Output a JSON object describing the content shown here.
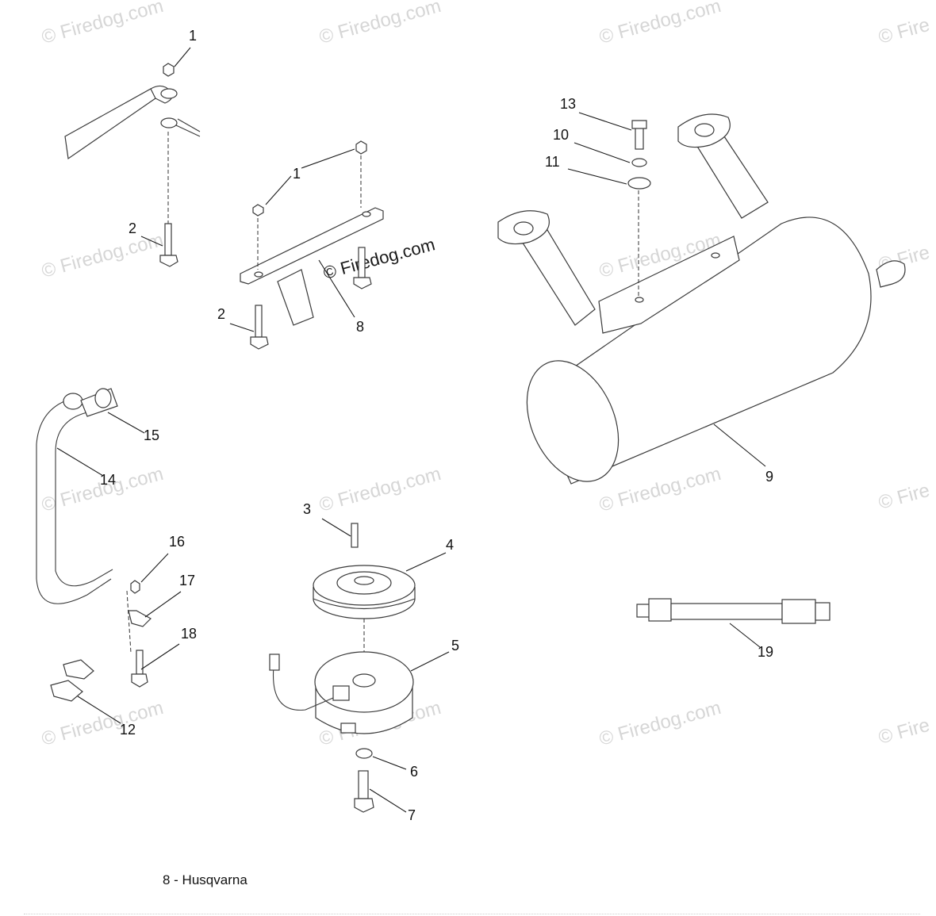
{
  "page": {
    "footer_text": "8 - Husqvarna"
  },
  "watermark": {
    "text": "© Firedog.com",
    "partial_text": "© Fire"
  },
  "callouts": {
    "c1a": "1",
    "c1b": "1",
    "c2a": "2",
    "c2b": "2",
    "c3": "3",
    "c4": "4",
    "c5": "5",
    "c6": "6",
    "c7": "7",
    "c8": "8",
    "c9": "9",
    "c10": "10",
    "c11": "11",
    "c12": "12",
    "c13": "13",
    "c14": "14",
    "c15": "15",
    "c16": "16",
    "c17": "17",
    "c18": "18",
    "c19": "19"
  },
  "colors": {
    "line": "#3a3a3a",
    "watermark": "#d6d6d6",
    "background": "#ffffff"
  }
}
